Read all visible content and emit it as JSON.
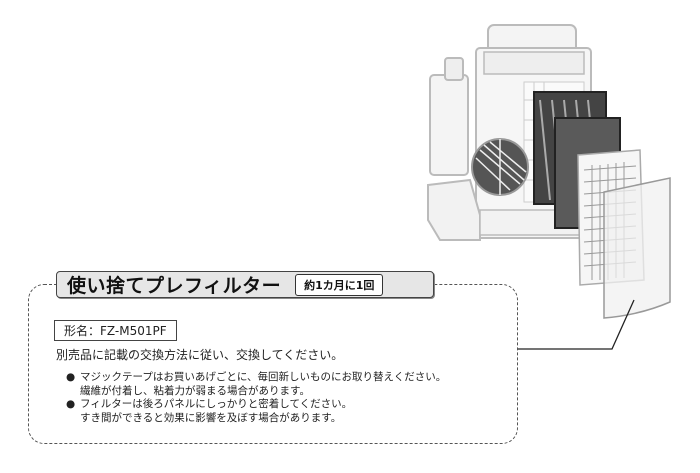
{
  "illustration": {
    "subject": "air-purifier-exploded-view",
    "callout_target": "disposable-pre-filter"
  },
  "panel": {
    "title": "使い捨てプレフィルター",
    "frequency_badge": "約1カ月に1回",
    "model_label": "形名：FZ-M501PF",
    "description": "別売品に記載の交換方法に従い、交換してください。",
    "notes": [
      {
        "bullet": "●",
        "lines": [
          "マジックテープはお買いあげごとに、毎回新しいものにお取り替えください。",
          "繊維が付着し、粘着力が弱まる場合があります。"
        ]
      },
      {
        "bullet": "●",
        "lines": [
          "フィルターは後ろパネルにしっかりと密着してください。",
          "すき間ができると効果に影響を及ぼす場合があります。"
        ]
      }
    ]
  },
  "colors": {
    "tab_bg": "#e6e6e6",
    "border": "#444444",
    "text": "#222222"
  }
}
